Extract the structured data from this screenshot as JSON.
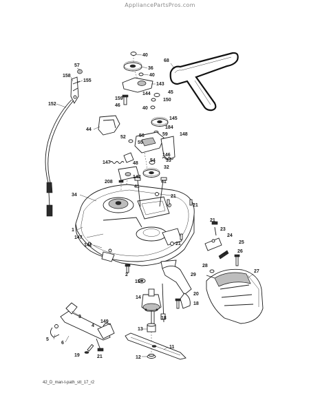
{
  "watermark": "AppliancePartsPros.com",
  "caption": "42_D_man-t-path_stt_17_r2",
  "colors": {
    "line": "#1a1a1a",
    "background": "#ffffff",
    "watermark": "#8a8a8a"
  },
  "callouts": {
    "c40a": "40",
    "c36": "36",
    "c40b": "40",
    "c143": "143",
    "c68": "68",
    "c57": "57",
    "c158": "158",
    "c155": "155",
    "c144": "144",
    "c45": "45",
    "c150": "150",
    "c159": "159",
    "c46": "46",
    "c40c": "40",
    "c152": "152",
    "c145": "145",
    "c184": "184",
    "c44": "44",
    "c56": "56",
    "c59": "59",
    "c148": "148",
    "c52": "52",
    "c55": "55",
    "c146": "146",
    "c54": "54",
    "c33": "33",
    "c48": "48",
    "c147a": "147",
    "c32": "32",
    "c142a": "142",
    "c208": "208",
    "c41a": "41",
    "c41b": "41",
    "c34": "34",
    "c21a": "21",
    "c21b": "21",
    "c21c": "21",
    "c23": "23",
    "c24": "24",
    "c1": "1",
    "c147b": "147",
    "c21d": "21",
    "c25": "25",
    "c142b": "142",
    "c26": "26",
    "c28": "28",
    "c27": "27",
    "c2": "2",
    "c29": "29",
    "c15": "15",
    "c14": "14",
    "c20": "20",
    "c18a": "18",
    "c18b": "18",
    "c3": "3",
    "c149": "149",
    "c4": "4",
    "c13": "13",
    "c5": "5",
    "c6": "6",
    "c11": "11",
    "c19": "19",
    "c21e": "21",
    "c12": "12"
  }
}
